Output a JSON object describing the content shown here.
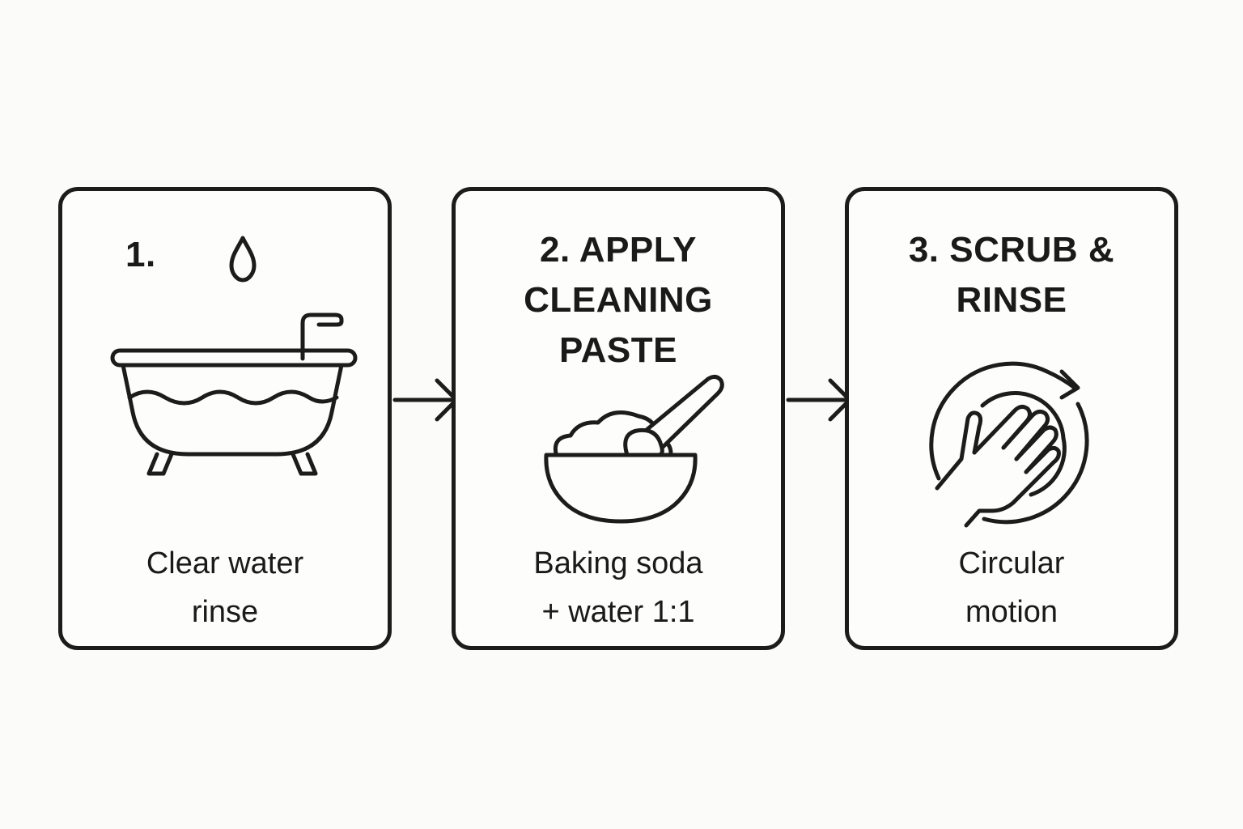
{
  "steps": [
    {
      "title": "1.",
      "caption": "Clear water\nrinse",
      "icons": [
        "water-drop-icon",
        "bathtub-icon"
      ]
    },
    {
      "title": "2. APPLY\nCLEANING\nPASTE",
      "caption": "Baking soda\n+ water 1:1",
      "icons": [
        "paste-bowl-icon"
      ]
    },
    {
      "title": "3. SCRUB &\nRINSE",
      "caption": "Circular\nmotion",
      "icons": [
        "circular-scrub-hand-icon"
      ]
    }
  ],
  "colors": {
    "background": "#fbfbf9",
    "stroke": "#1c1c1c",
    "text": "#1a1a1a"
  }
}
